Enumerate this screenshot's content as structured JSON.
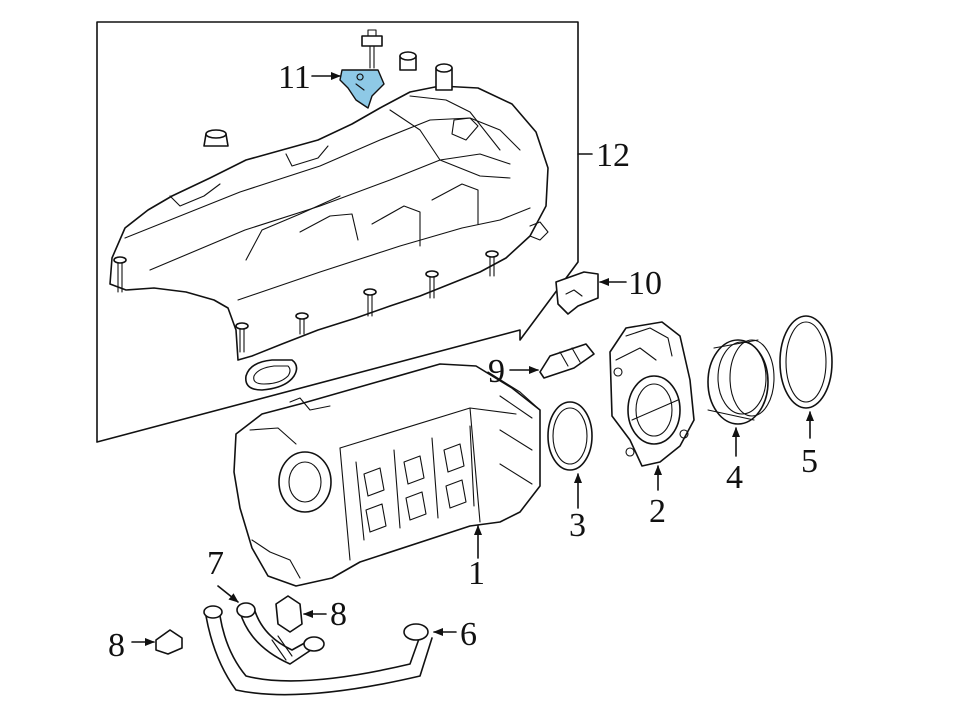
{
  "callouts": {
    "c1": "1",
    "c2": "2",
    "c3": "3",
    "c4": "4",
    "c5": "5",
    "c6": "6",
    "c7": "7",
    "c8a": "8",
    "c8b": "8",
    "c9": "9",
    "c10": "10",
    "c11": "11",
    "c12": "12"
  },
  "colors": {
    "line": "#111111",
    "highlight": "#8ec9e6",
    "background": "#ffffff"
  }
}
